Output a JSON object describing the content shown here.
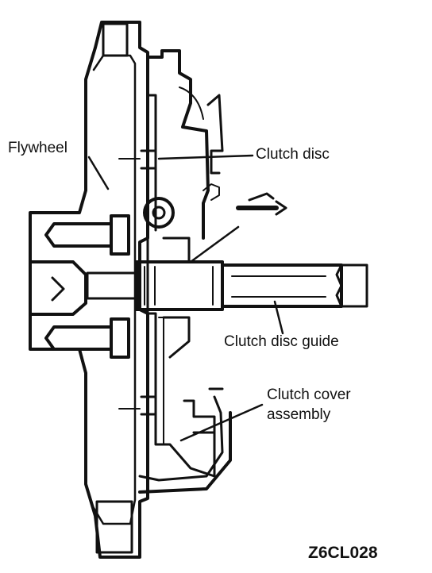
{
  "labels": {
    "flywheel": "Flywheel",
    "clutch_disc": "Clutch disc",
    "clutch_disc_guide": "Clutch disc guide",
    "clutch_cover_line1": "Clutch cover",
    "clutch_cover_line2": "assembly"
  },
  "figure_code": "Z6CL028",
  "colors": {
    "ink": "#111111",
    "paper": "#ffffff"
  },
  "icons": [
    "tool-icon"
  ]
}
